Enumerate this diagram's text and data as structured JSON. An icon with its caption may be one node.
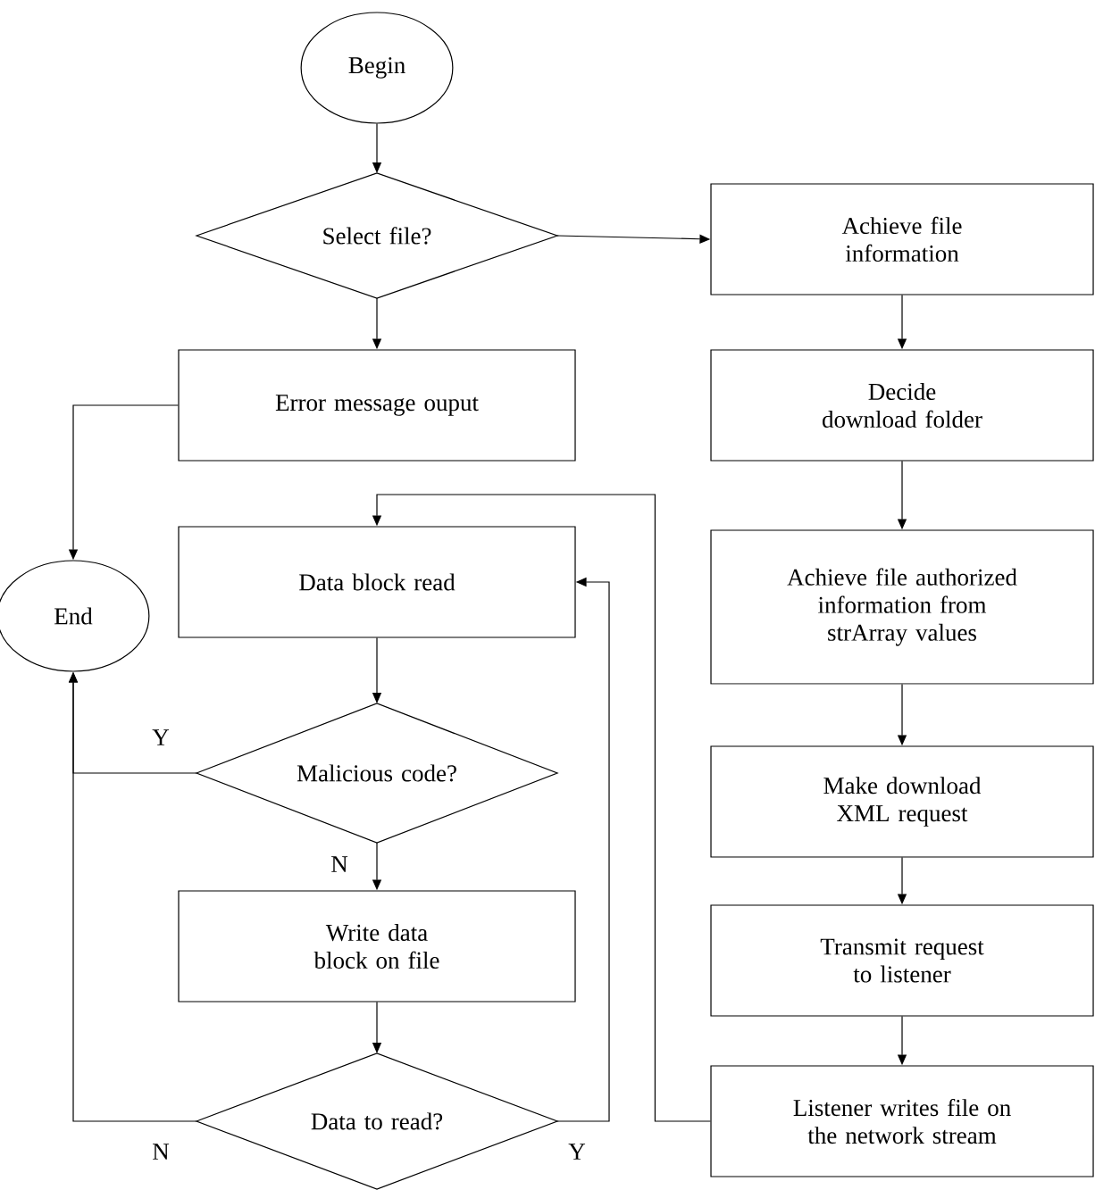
{
  "diagram": {
    "nodes": [
      {
        "text": [
          "Begin"
        ]
      },
      {
        "text": [
          "Select file?"
        ]
      },
      {
        "text": [
          "Achieve file information"
        ]
      },
      {
        "text": [
          "Error message ouput"
        ]
      },
      {
        "text": [
          "Decide download folder"
        ]
      },
      {
        "text": [
          "End"
        ]
      },
      {
        "text": [
          "Data block read"
        ]
      },
      {
        "text": [
          "Achieve file authorized information from strArray values"
        ]
      },
      {
        "text": [
          "Malicious code?"
        ]
      },
      {
        "text": [
          "Make download XML request"
        ]
      },
      {
        "text": [
          "Write data block on file"
        ]
      },
      {
        "text": [
          "Transmit request to listener"
        ]
      },
      {
        "text": [
          "Data to read?"
        ]
      },
      {
        "text": [
          "Listener writes file on the network stream"
        ]
      }
    ],
    "edges": [
      {
        "from": 0,
        "to": 1,
        "arrow": "to"
      },
      {
        "from": 1,
        "to": 2,
        "arrow": "to"
      },
      {
        "from": 1,
        "to": 3,
        "arrow": "to"
      },
      {
        "from": 3,
        "to": 5,
        "arrow": "to"
      },
      {
        "from": 2,
        "to": 4,
        "arrow": "to"
      },
      {
        "from": 4,
        "to": 7,
        "arrow": "to"
      },
      {
        "from": 6,
        "to": 8,
        "arrow": "to"
      },
      {
        "from": 8,
        "to": 5,
        "arrow": "to",
        "label": "Y"
      },
      {
        "from": 8,
        "to": 10,
        "arrow": "to",
        "label": "N"
      },
      {
        "from": 10,
        "to": 12,
        "arrow": "to"
      },
      {
        "from": 12,
        "to": 5,
        "arrow": "to",
        "label": "N"
      },
      {
        "from": 12,
        "to": 6,
        "arrow": "to",
        "label": "Y"
      },
      {
        "from": 7,
        "to": 9,
        "arrow": "to"
      },
      {
        "from": 9,
        "to": 11,
        "arrow": "to"
      },
      {
        "from": 11,
        "to": 13,
        "arrow": "to"
      },
      {
        "from": 13,
        "to": 6,
        "arrow": "to"
      }
    ]
  }
}
